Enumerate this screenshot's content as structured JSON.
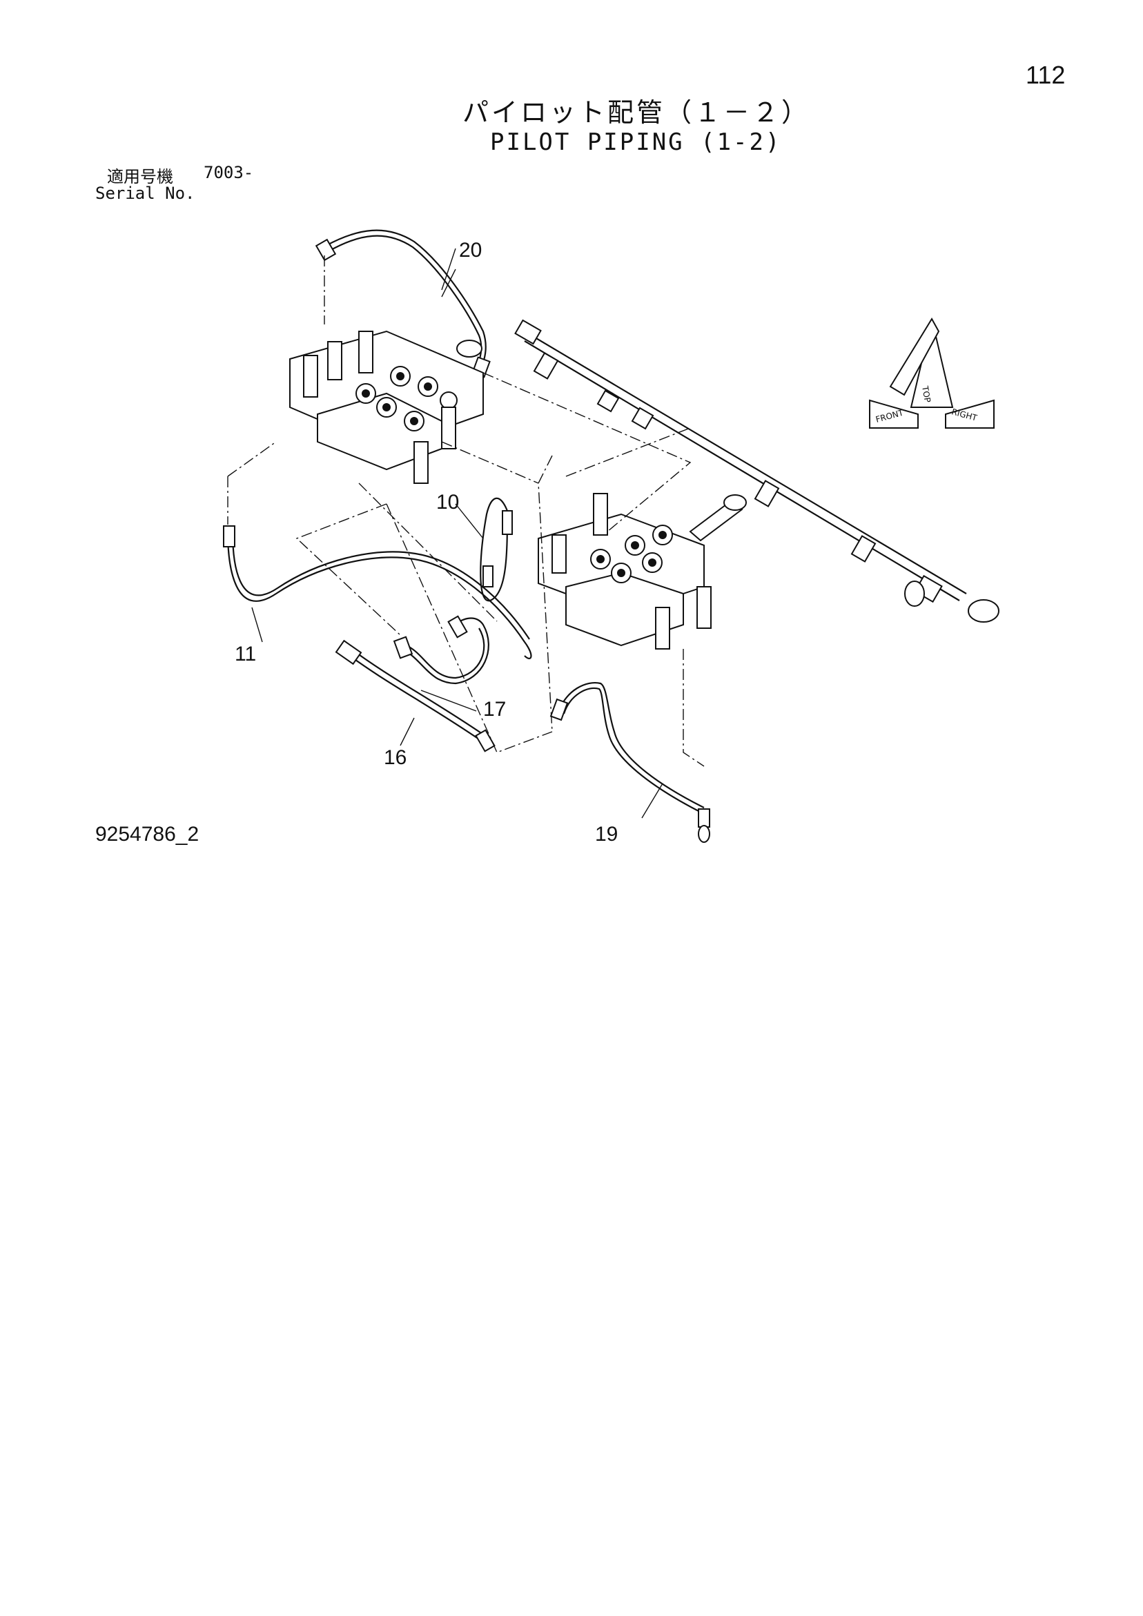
{
  "page": {
    "number": "112",
    "title_jp": "パイロット配管（１－２）",
    "title_en": "PILOT PIPING (1-2)",
    "serial_label_jp": "適用号機",
    "serial_value": "7003-",
    "serial_label_en": "Serial No.",
    "drawing_id": "9254786_2"
  },
  "callouts": [
    {
      "id": "20",
      "label": "20"
    },
    {
      "id": "10",
      "label": "10"
    },
    {
      "id": "11",
      "label": "11"
    },
    {
      "id": "17",
      "label": "17"
    },
    {
      "id": "16",
      "label": "16"
    },
    {
      "id": "19",
      "label": "19"
    }
  ],
  "orientation_icon": {
    "name": "direction-indicator-icon",
    "labels": [
      "TOP",
      "FRONT",
      "RIGHT"
    ]
  }
}
